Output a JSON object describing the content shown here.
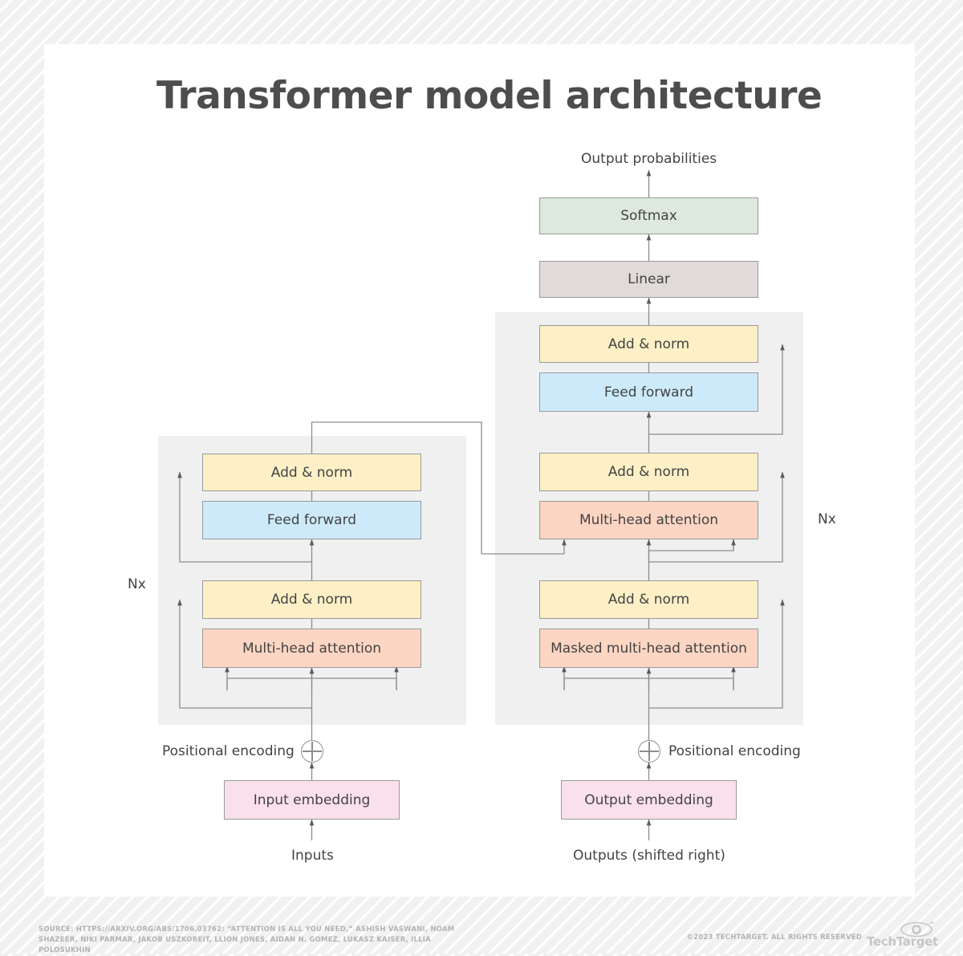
{
  "title": "Transformer model architecture",
  "colors": {
    "page_background": "#f2f2f2",
    "card_background": "#ffffff",
    "panel_gray": "#f0f0f0",
    "softmax_green": "#dce9dc",
    "linear_gray": "#e0dbd9",
    "add_norm_yellow": "#fdf0c6",
    "feed_forward_blue": "#cdeafa",
    "attention_orange": "#fcd5c3",
    "embedding_pink": "#fae0ec",
    "stroke": "#9a9a9a",
    "text": "#434343",
    "title_text": "#4d4d4d",
    "footer_text": "#b3b3b3"
  },
  "encoder": {
    "repeat_label": "Nx",
    "add_norm_top": "Add & norm",
    "feed_forward": "Feed forward",
    "add_norm_bottom": "Add & norm",
    "multi_head_attention": "Multi-head attention",
    "positional_encoding": "Positional encoding",
    "embedding": "Input embedding",
    "input_label": "Inputs"
  },
  "decoder": {
    "repeat_label": "Nx",
    "output_probabilities": "Output probabilities",
    "softmax": "Softmax",
    "linear": "Linear",
    "add_norm_top": "Add & norm",
    "feed_forward": "Feed forward",
    "add_norm_middle": "Add & norm",
    "multi_head_attention": "Multi-head attention",
    "add_norm_bottom": "Add & norm",
    "masked_multi_head_attention": "Masked multi-head attention",
    "positional_encoding": "Positional encoding",
    "embedding": "Output embedding",
    "input_label": "Outputs (shifted right)"
  },
  "footer": {
    "source": "SOURCE: HTTPS://ARXIV.ORG/ABS/1706.03762: “ATTENTION IS ALL YOU NEED,” ASHISH VASWANI, NOAM SHAZEER, NIKI PARMAR, JAKOB USZKOREIT, LLION JONES, AIDAN N. GOMEZ, LUKASZ KAISER, ILLIA POLOSUKHIN",
    "rights": "©2023 TECHTARGET. ALL RIGHTS RESERVED",
    "brand": "TechTarget"
  }
}
